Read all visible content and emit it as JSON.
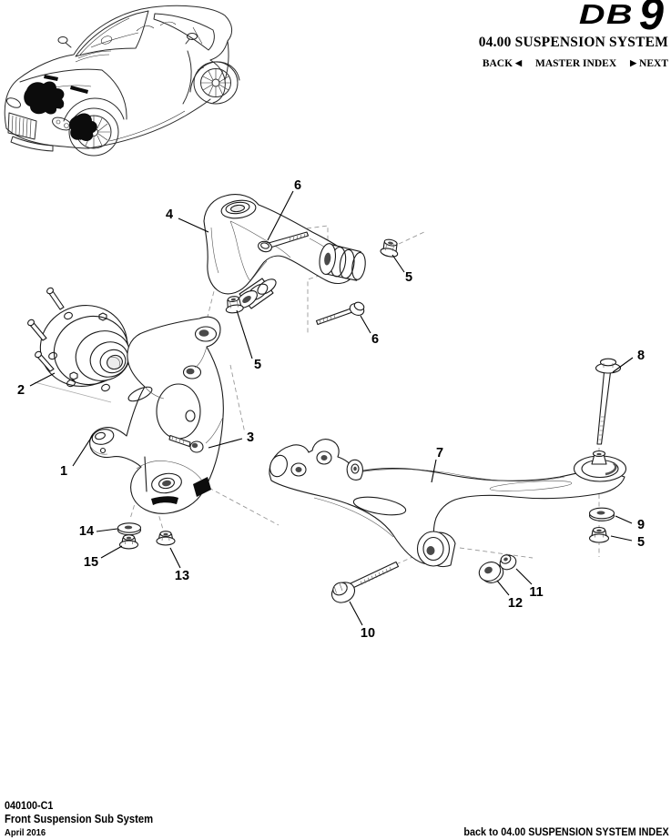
{
  "header": {
    "logo_db": "DB",
    "logo_9": "9",
    "section_title": "04.00 SUSPENSION SYSTEM",
    "nav": {
      "back": "BACK",
      "back_arrow": "◀",
      "master_index": "MASTER INDEX",
      "next_arrow": "▶",
      "next": "NEXT"
    }
  },
  "diagram": {
    "callouts": [
      {
        "label": "6"
      },
      {
        "label": "4"
      },
      {
        "label": "5"
      },
      {
        "label": "6"
      },
      {
        "label": "5"
      },
      {
        "label": "2"
      },
      {
        "label": "3"
      },
      {
        "label": "1"
      },
      {
        "label": "8"
      },
      {
        "label": "7"
      },
      {
        "label": "9"
      },
      {
        "label": "5"
      },
      {
        "label": "14"
      },
      {
        "label": "15"
      },
      {
        "label": "13"
      },
      {
        "label": "11"
      },
      {
        "label": "12"
      },
      {
        "label": "10"
      }
    ]
  },
  "footer": {
    "doc_code": "040100-C1",
    "doc_title": "Front Suspension Sub System",
    "doc_date": "April 2016",
    "index_link": "back to 04.00 SUSPENSION SYSTEM INDEX"
  },
  "colors": {
    "ink": "#1a1a1a",
    "dash_line": "#999999",
    "background": "#ffffff"
  }
}
